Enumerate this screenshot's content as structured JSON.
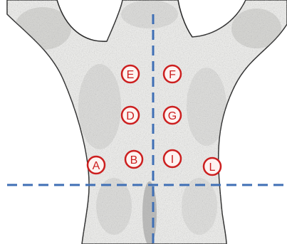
{
  "colors": {
    "background": "#ffffff",
    "skin": "#ececea",
    "skin_shadow": "#8a8a88",
    "outline": "#2b2b2b",
    "reference_line": "#3f6fb5",
    "marker_ring": "#cc1f1f",
    "marker_fill": "#fdf3f1"
  },
  "reference_lines": {
    "vertical": "midline",
    "horizontal": "lower-back"
  },
  "markers": [
    {
      "label": "E"
    },
    {
      "label": "F"
    },
    {
      "label": "D"
    },
    {
      "label": "G"
    },
    {
      "label": "A"
    },
    {
      "label": "B"
    },
    {
      "label": "I"
    },
    {
      "label": "L"
    }
  ]
}
